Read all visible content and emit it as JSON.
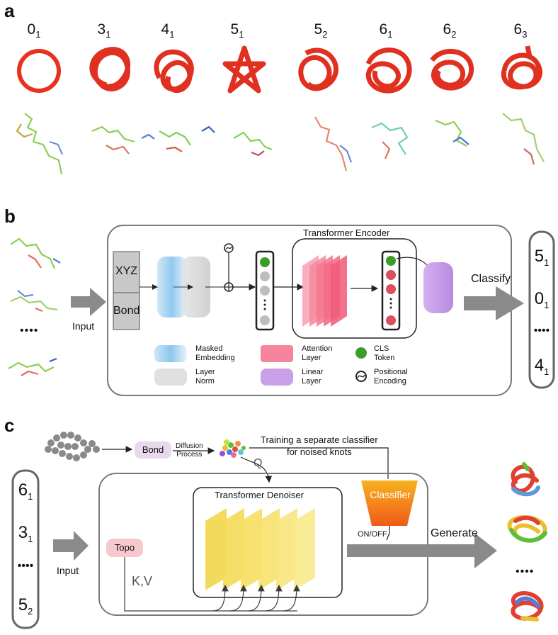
{
  "panel_a": {
    "letter": "a",
    "knots": [
      {
        "base": "0",
        "sub": "1"
      },
      {
        "base": "3",
        "sub": "1"
      },
      {
        "base": "4",
        "sub": "1"
      },
      {
        "base": "5",
        "sub": "1"
      },
      {
        "base": "5",
        "sub": "2"
      },
      {
        "base": "6",
        "sub": "1"
      },
      {
        "base": "6",
        "sub": "2"
      },
      {
        "base": "6",
        "sub": "3"
      }
    ]
  },
  "panel_b": {
    "letter": "b",
    "input_label": "Input",
    "input_dots": "••••",
    "xyz_label": "XYZ",
    "bond_label": "Bond",
    "encoder_title": "Transformer Encoder",
    "classify_label": "Classify",
    "outputs": [
      {
        "base": "5",
        "sub": "1"
      },
      {
        "base": "0",
        "sub": "1"
      },
      {
        "base": "••••",
        "sub": ""
      },
      {
        "base": "4",
        "sub": "1"
      }
    ],
    "legend": {
      "masked_embedding": "Masked\nEmbedding",
      "layer_norm": "Layer\nNorm",
      "attention_layer": "Attention\nLayer",
      "linear_layer": "Linear\nLayer",
      "cls_token": "CLS\nToken",
      "positional_encoding": "Positional\nEncoding"
    }
  },
  "panel_c": {
    "letter": "c",
    "bond_label": "Bond",
    "diffusion_label": "Diffusion\nProcess",
    "training_label": "Training a separate classifier\nfor noised knots",
    "q_label": "Q",
    "denoiser_title": "Transformer Denoiser",
    "classifier_label": "Classifier",
    "onoff_label": "ON/OFF",
    "generate_label": "Generate",
    "topo_label": "Topo",
    "kv_label": "K,V",
    "input_label": "Input",
    "inputs": [
      {
        "base": "6",
        "sub": "1"
      },
      {
        "base": "3",
        "sub": "1"
      },
      {
        "base": "••••",
        "sub": ""
      },
      {
        "base": "5",
        "sub": "2"
      }
    ],
    "output_dots": "••••"
  },
  "colors": {
    "knot_red": "#e8321e",
    "arrow_gray": "#8a8a8a",
    "box_border": "#7a7a7a",
    "masked_blue": "#a8d4f0",
    "layer_norm_gray": "#d9d9d9",
    "attention_pink": "#f26a86",
    "linear_purple": "#c9a0e8",
    "cls_green": "#3a9d2a",
    "token_red": "#d9505e",
    "denoiser_yellow": "#f2d54a",
    "topo_pink": "#f8c8cf",
    "bond_lilac": "#e8d8ec",
    "classifier_orange": "#f59a1a"
  }
}
